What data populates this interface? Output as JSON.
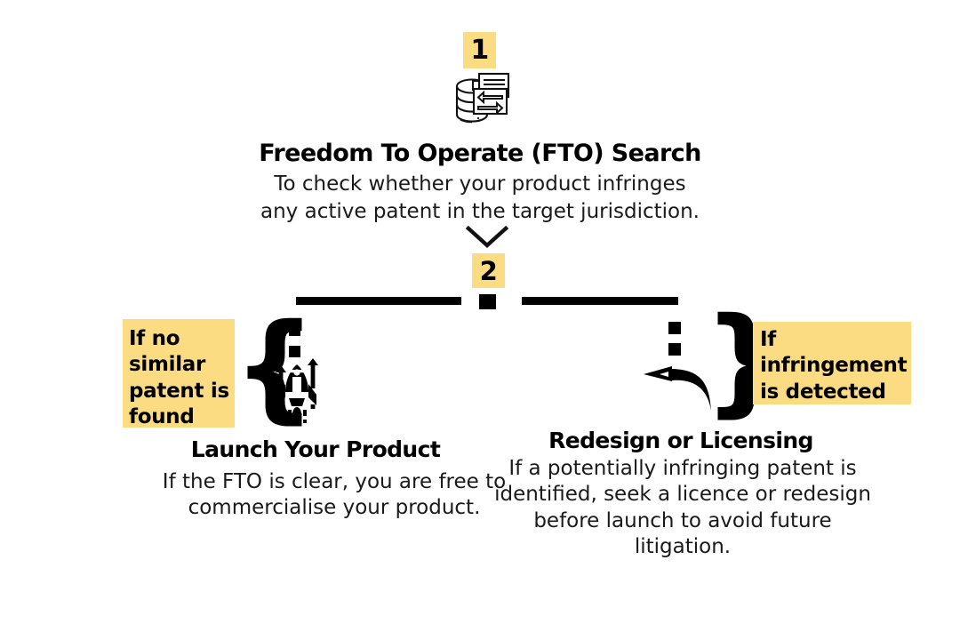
{
  "theme": {
    "background": "#ffffff",
    "accent_yellow": "#FCDC83",
    "ink": "#000000"
  },
  "flow": {
    "step1": {
      "badge": "1",
      "icon": "database-transfer-icon",
      "title": "Freedom To Operate (FTO) Search",
      "description": "To check whether your product infringes any active patent in the target jurisdiction."
    },
    "connector": {
      "chevron_icon": "chevron-down-icon",
      "node_icon": "square-node"
    },
    "step2": {
      "badge": "2"
    },
    "branch_left": {
      "condition_label": "If no similar patent is found",
      "brace": "{",
      "icon": "rocket-launch-icon",
      "title": "Launch Your Product",
      "description": "If the FTO is clear, you are free to commercialise your product."
    },
    "branch_right": {
      "condition_label": "If infringement is detected",
      "brace": "}",
      "icon": "reply-arrow-icon",
      "title": "Redesign or Licensing",
      "description": "If a potentially infringing patent is identified, seek a licence or redesign before launch to avoid future litigation."
    }
  }
}
